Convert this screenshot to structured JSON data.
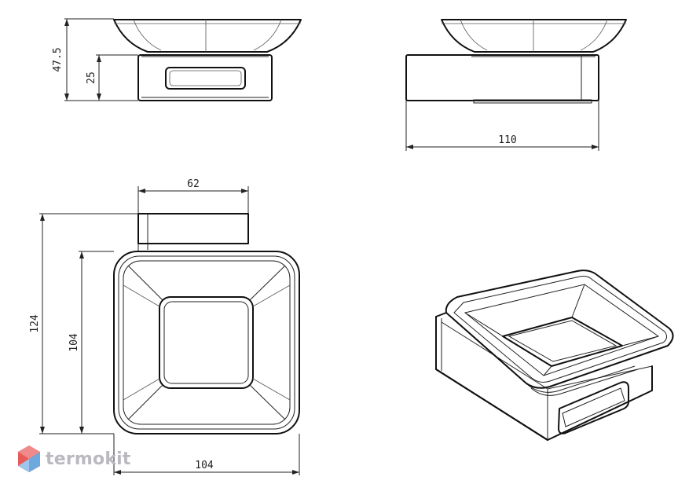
{
  "dimensions": {
    "height_total": "47.5",
    "height_base": "25",
    "depth_side": "110",
    "mount_width": "62",
    "overall_depth": "124",
    "bowl_depth": "104",
    "bowl_width": "104"
  },
  "brand": {
    "name": "termokit"
  },
  "colors": {
    "line": "#111111",
    "logo_gray": "#b9b9bf",
    "logo_red": "#e85a5a",
    "logo_blue": "#6fa8dc"
  }
}
